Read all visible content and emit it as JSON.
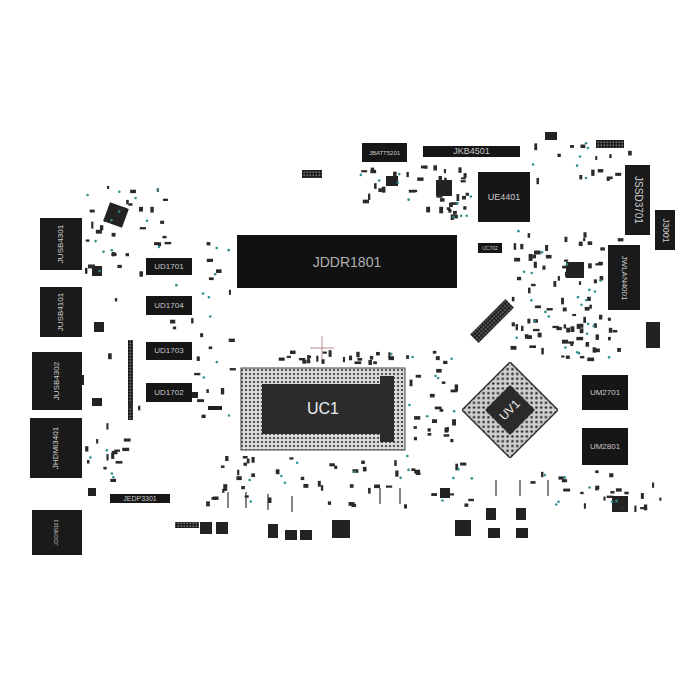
{
  "diagram": {
    "nodes": [
      {
        "text": [
          "JBATT5201"
        ]
      },
      {
        "text": [
          "JKB4501"
        ]
      },
      {
        "text": [
          "UE4401"
        ]
      },
      {
        "text": [
          "JSSD3701"
        ]
      },
      {
        "text": [
          "J3001"
        ]
      },
      {
        "text": [
          "JUSB4301"
        ]
      },
      {
        "text": [
          "JDDR1801"
        ]
      },
      {
        "text": [
          "UC702"
        ]
      },
      {
        "text": [
          "UD1701"
        ]
      },
      {
        "text": [
          "JWLAN4001"
        ]
      },
      {
        "text": [
          "JUSB4101"
        ]
      },
      {
        "text": [
          "UD1704"
        ]
      },
      {
        "text": [
          "UD1703"
        ]
      },
      {
        "text": [
          "JUSB4302"
        ]
      },
      {
        "text": [
          "UC1"
        ]
      },
      {
        "text": [
          "UM2701"
        ]
      },
      {
        "text": [
          "UD1702"
        ]
      },
      {
        "text": [
          "UV1"
        ]
      },
      {
        "text": [
          "JHDMI3401"
        ]
      },
      {
        "text": [
          "UM2801"
        ]
      },
      {
        "text": [
          "JEDP3301"
        ]
      },
      {
        "text": [
          "JDCIN5101"
        ]
      }
    ]
  }
}
